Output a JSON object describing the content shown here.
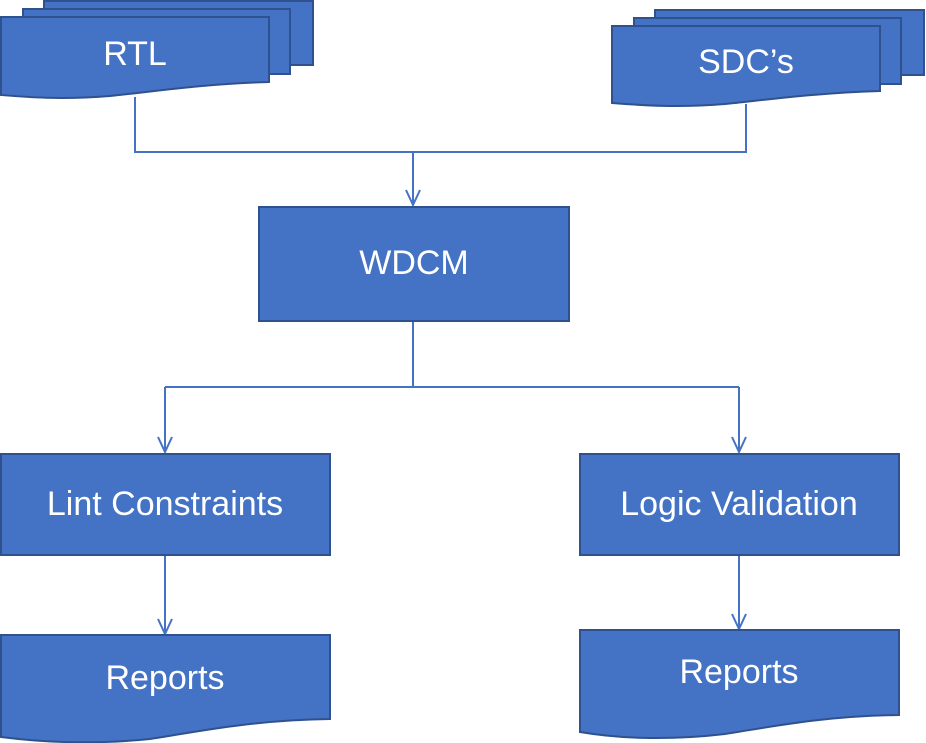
{
  "diagram": {
    "type": "flowchart",
    "colors": {
      "fill": "#4472C4",
      "stroke": "#2F528F",
      "text": "#FFFFFF",
      "connector": "#4472C4"
    },
    "nodes": [
      {
        "id": "rtl",
        "label": "RTL",
        "shape": "multi-document"
      },
      {
        "id": "sdc",
        "label": "SDC’s",
        "shape": "multi-document"
      },
      {
        "id": "wdcm",
        "label": "WDCM",
        "shape": "process"
      },
      {
        "id": "lint",
        "label": "Lint Constraints",
        "shape": "process"
      },
      {
        "id": "logic",
        "label": "Logic Validation",
        "shape": "process"
      },
      {
        "id": "reports_lint",
        "label": "Reports",
        "shape": "document"
      },
      {
        "id": "reports_logic",
        "label": "Reports",
        "shape": "document"
      }
    ],
    "edges": [
      {
        "from": "rtl",
        "to": "wdcm"
      },
      {
        "from": "sdc",
        "to": "wdcm"
      },
      {
        "from": "wdcm",
        "to": "lint"
      },
      {
        "from": "wdcm",
        "to": "logic"
      },
      {
        "from": "lint",
        "to": "reports_lint"
      },
      {
        "from": "logic",
        "to": "reports_logic"
      }
    ]
  }
}
